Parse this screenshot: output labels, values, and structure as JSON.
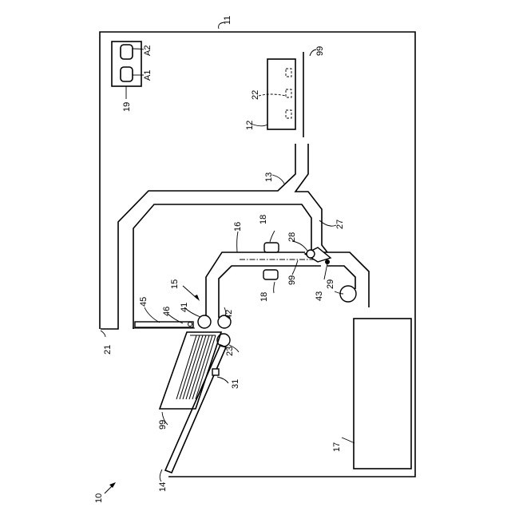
{
  "labels": {
    "r10": "10",
    "r11": "11",
    "r12": "12",
    "r13": "13",
    "r14": "14",
    "r15": "15",
    "r16": "16",
    "r17": "17",
    "r18a": "18",
    "r18b": "18",
    "r19": "19",
    "r21": "21",
    "r22": "22",
    "r23": "23",
    "r27": "27",
    "r28": "28",
    "r29": "29",
    "r31": "31",
    "r41": "41",
    "r42": "42",
    "r43": "43",
    "r45": "45",
    "r46": "46",
    "r99top": "99",
    "r99mid": "99",
    "r99low": "99",
    "a1": "A1",
    "a2": "A2"
  }
}
